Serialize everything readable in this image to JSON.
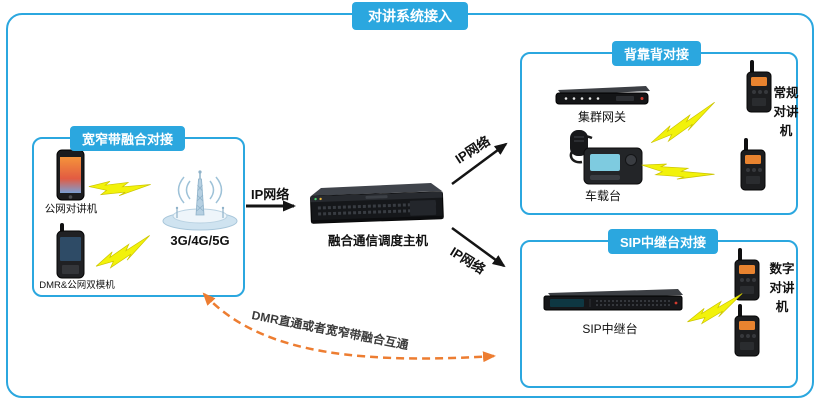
{
  "title": "对讲系统接入",
  "left": {
    "title": "宽窄带融合对接",
    "phone_public": "公网对讲机",
    "phone_dual": "DMR&公网双模机",
    "network": "3G/4G/5G"
  },
  "center": {
    "host": "融合通信调度主机"
  },
  "tr": {
    "title": "背靠背对接",
    "gateway": "集群网关",
    "vehicle": "车载台",
    "radios": "常规对讲机"
  },
  "br": {
    "title": "SIP中继台对接",
    "sip": "SIP中继台",
    "radios": "数字对讲机"
  },
  "links": {
    "ip_left": "IP网络",
    "ip_top": "IP网络",
    "ip_bottom": "IP网络",
    "dashed": "DMR直通或者宽窄带融合互通"
  },
  "colors": {
    "accent": "#2BA7DF",
    "lightning": "#F2F20A",
    "dashed_arrow": "#ED7D31"
  }
}
